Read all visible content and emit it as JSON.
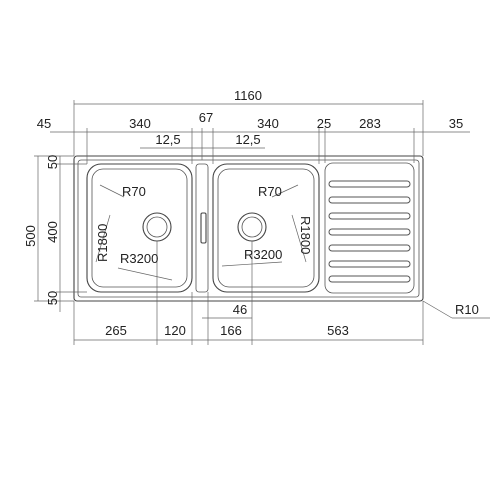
{
  "labels": {
    "overall_width": "1160",
    "left_margin": "45",
    "left_bowl_width": "340",
    "center_gap": "67",
    "right_bowl_width": "340",
    "drainer_gap": "25",
    "drainer_width": "283",
    "right_margin": "35",
    "offset_left": "12,5",
    "offset_right": "12,5",
    "top_margin": "50",
    "bowl_height": "400",
    "overall_height": "500",
    "bottom_margin": "50",
    "radius_corner_left": "R70",
    "radius_corner_right": "R70",
    "radius_side_left": "R1800",
    "radius_side_right": "R1800",
    "radius_bottom_left": "R3200",
    "radius_bottom_right": "R3200",
    "drain_left": "265",
    "drain_left_offset": "120",
    "drain_right_offset": "166",
    "center_to_drain": "46",
    "drain_right": "563",
    "outer_radius": "R10"
  }
}
